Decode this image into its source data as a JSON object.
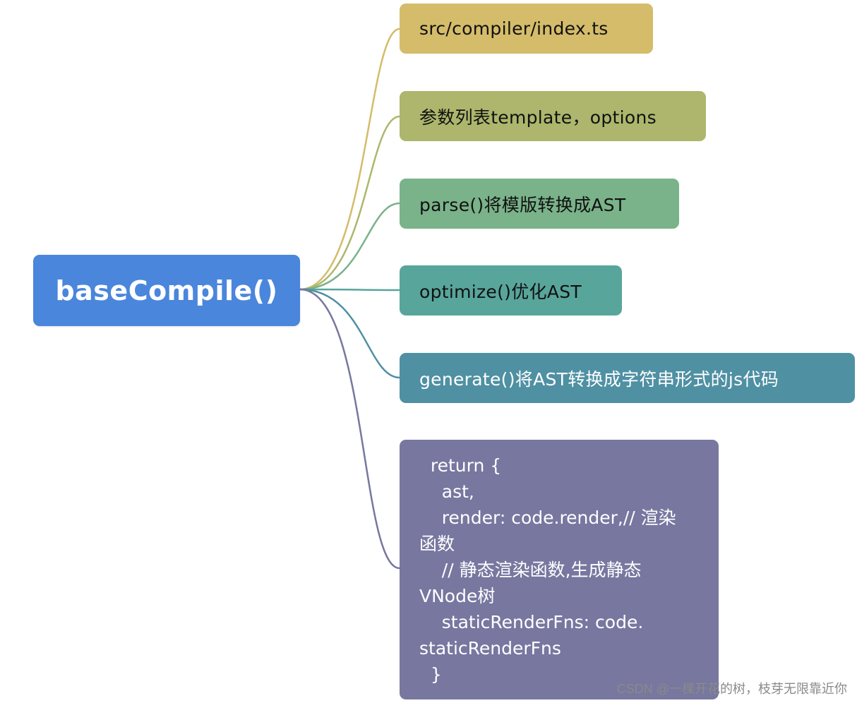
{
  "root": {
    "label": "baseCompile()",
    "color": "#4a86dc"
  },
  "branches": [
    {
      "label": "src/compiler/index.ts",
      "color": "#d4bc6a"
    },
    {
      "label": "参数列表template，options",
      "color": "#adb66c"
    },
    {
      "label": "parse()将模版转换成AST",
      "color": "#7ab28a"
    },
    {
      "label": "optimize()优化AST",
      "color": "#58a59b"
    },
    {
      "label": "generate()将AST转换成字符串形式的js代码",
      "color": "#4f90a3"
    }
  ],
  "return_block": {
    "color": "#7777a0",
    "lines": [
      "  return {",
      "    ast,",
      "    render: code.render,// 渲染",
      "函数",
      "    // 静态渲染函数,生成静态",
      "VNode树",
      "    staticRenderFns: code.",
      "staticRenderFns",
      "  }"
    ]
  },
  "watermark": "CSDN @一棵开花的树，枝芽无限靠近你"
}
